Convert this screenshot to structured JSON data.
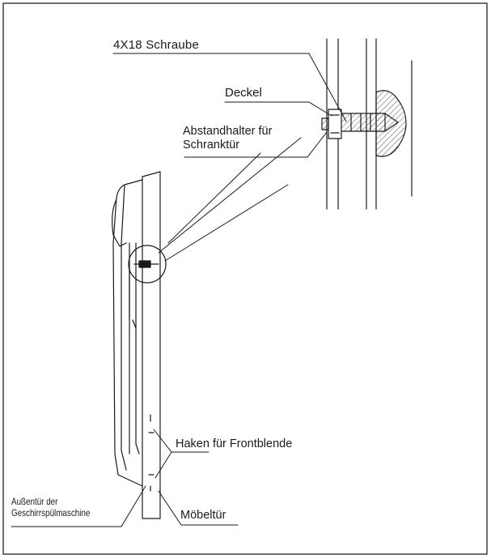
{
  "labels": {
    "screw": "4X18 Schraube",
    "cover": "Deckel",
    "spacer_line1": "Abstandhalter für",
    "spacer_line2": "Schranktür",
    "hook": "Haken für Frontblende",
    "outer_door_line1": "Außentür der",
    "outer_door_line2": "Geschirrspülmaschine",
    "furniture_door": "Möbeltür"
  },
  "colors": {
    "line": "#1a1a1a",
    "frame": "#333333",
    "hatch": "#555555",
    "background": "#ffffff"
  }
}
